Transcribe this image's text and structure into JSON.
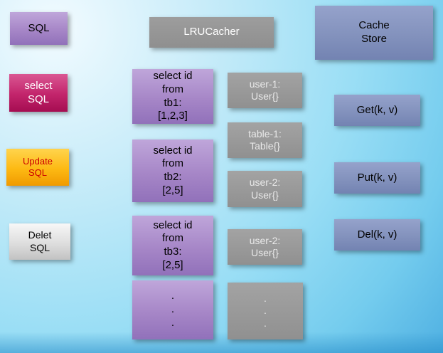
{
  "diagram": {
    "sql_sources": {
      "sql": "SQL",
      "select_sql": "select\nSQL",
      "update_sql": "Update\nSQL",
      "delete_sql": "Delet\nSQL"
    },
    "cacher": {
      "title": "LRUCacher"
    },
    "store": {
      "title": "Cache\nStore"
    },
    "queries": {
      "tb1": "select id\nfrom\ntb1:\n[1,2,3]",
      "tb2": "select id\nfrom\ntb2:\n[2,5]",
      "tb3": "select id\nfrom\ntb3:\n[2,5]",
      "more": ".\n.\n."
    },
    "cache_entries": {
      "user1": "user-1:\nUser{}",
      "table1": "table-1:\nTable{}",
      "user2": "user-2:\nUser{}",
      "user2b": "user-2:\nUser{}",
      "more": ".\n.\n."
    },
    "operations": {
      "get": "Get(k, v)",
      "put": "Put(k, v)",
      "del": "Del(k, v)"
    },
    "colors": {
      "purple": "#a686c7",
      "magenta": "#c2246b",
      "orange": "#fdb913",
      "silver": "#dedede",
      "gray": "#8f8f8f",
      "slate": "#8392bd",
      "background": "#9adef5"
    }
  }
}
